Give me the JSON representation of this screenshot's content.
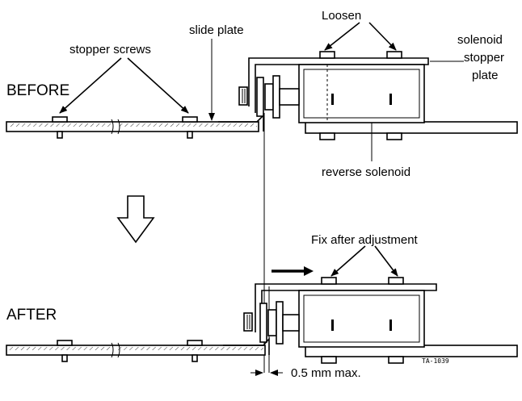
{
  "labels": {
    "loosen": "Loosen",
    "slide_plate": "slide plate",
    "solenoid_stopper_plate": [
      "solenoid",
      "stopper",
      "plate"
    ],
    "stopper_screws": "stopper screws",
    "before": "BEFORE",
    "reverse_solenoid": "reverse solenoid",
    "fix_after_adjustment": "Fix after adjustment",
    "after": "AFTER",
    "gap": "0.5 mm max.",
    "figure_code": "TA-1039"
  }
}
